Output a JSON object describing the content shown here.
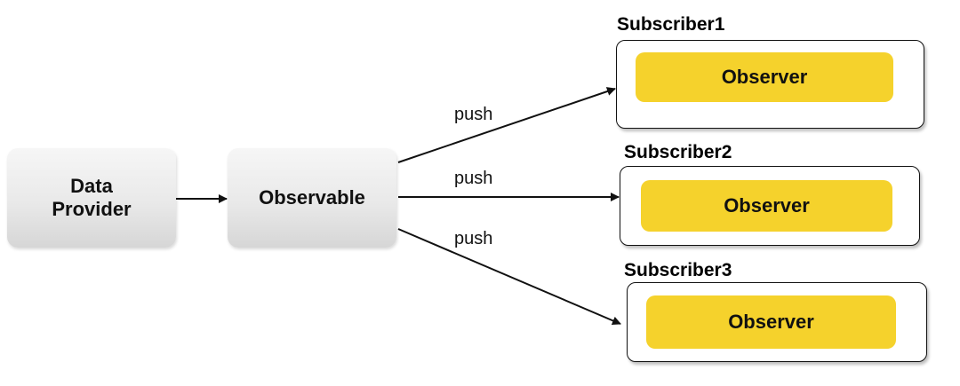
{
  "nodes": {
    "data_provider": {
      "label": "Data\nProvider"
    },
    "observable": {
      "label": "Observable"
    }
  },
  "subscribers": [
    {
      "title": "Subscriber1",
      "observer_label": "Observer"
    },
    {
      "title": "Subscriber2",
      "observer_label": "Observer"
    },
    {
      "title": "Subscriber3",
      "observer_label": "Observer"
    }
  ],
  "edges": {
    "push_labels": [
      "push",
      "push",
      "push"
    ]
  },
  "colors": {
    "observer_fill": "#f5d22c",
    "node_fill_top": "#f6f6f6",
    "node_fill_bottom": "#d6d6d6",
    "line": "#111111"
  }
}
